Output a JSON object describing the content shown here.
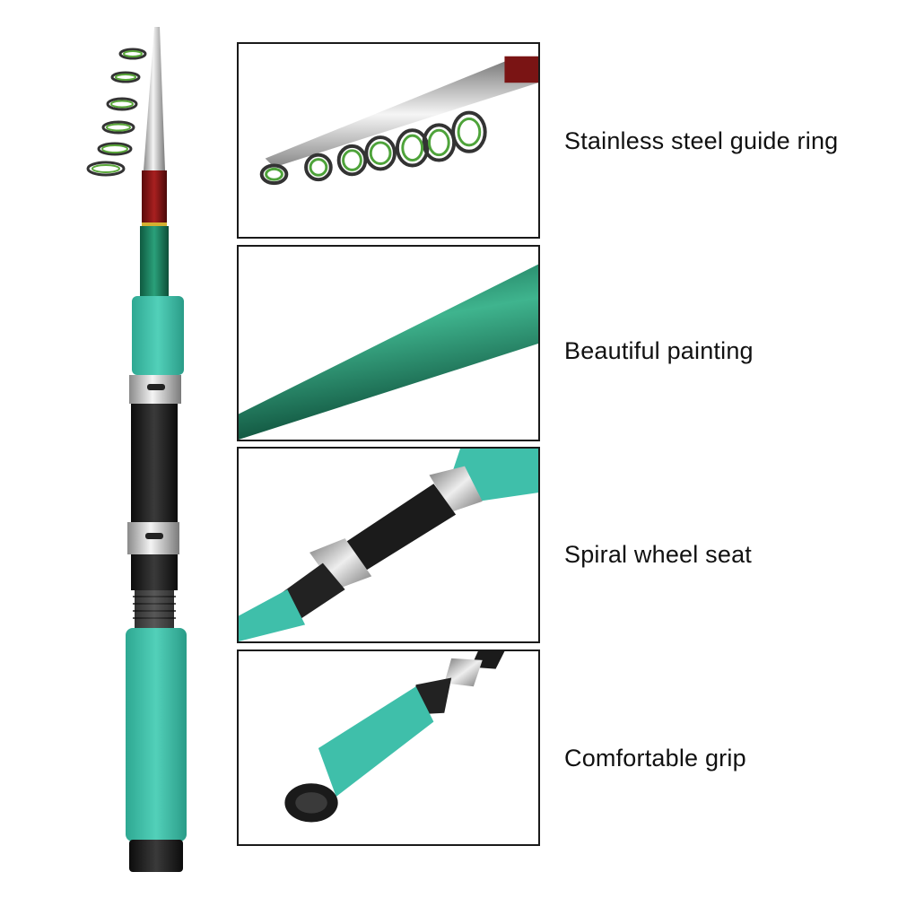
{
  "features": [
    {
      "label": "Stainless steel guide ring",
      "icon": "guide-ring-closeup"
    },
    {
      "label": "Beautiful painting",
      "icon": "painted-blank-closeup"
    },
    {
      "label": "Spiral wheel seat",
      "icon": "reel-seat-closeup"
    },
    {
      "label": "Comfortable grip",
      "icon": "grip-closeup"
    }
  ],
  "colors": {
    "foam": "#3fbfaa",
    "blank_green": "#1f8f6a",
    "blank_red": "#8c1414",
    "chrome": "#c9c9c9",
    "reel_seat": "#1e1e1e",
    "ring_insert": "#5aa83a"
  }
}
